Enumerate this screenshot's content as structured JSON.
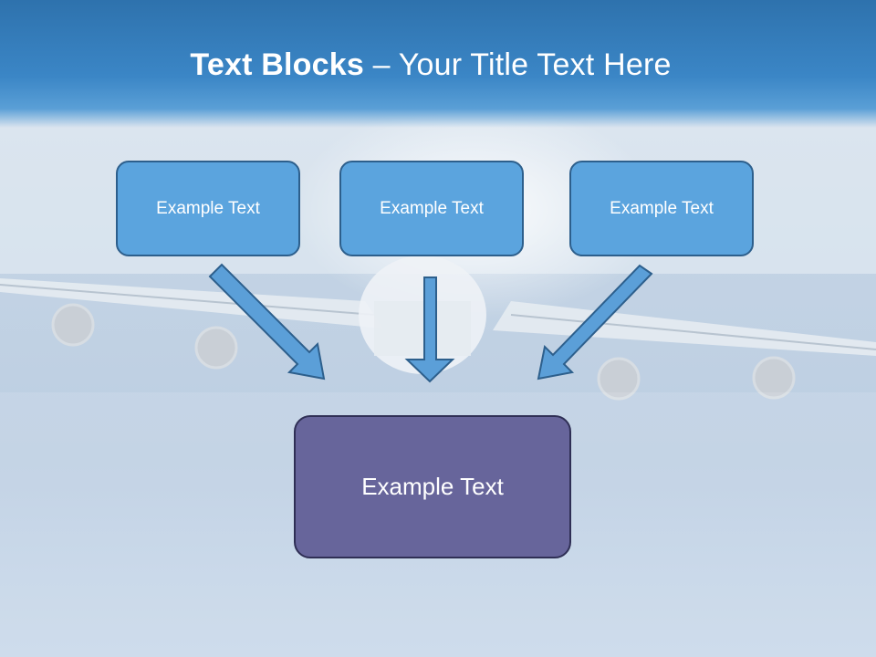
{
  "title": {
    "strong": "Text Blocks",
    "dash": " – ",
    "rest": "Your Title Text Here"
  },
  "blocks": [
    {
      "label": "Example Text"
    },
    {
      "label": "Example Text"
    },
    {
      "label": "Example Text"
    }
  ],
  "center_block": {
    "label": "Example Text"
  },
  "colors": {
    "title_band": "#3b86c6",
    "small_box_fill": "#5ba4de",
    "small_box_border": "#2d5f8c",
    "center_box_fill": "#67659b",
    "arrow_fill": "#5b9fd8"
  }
}
